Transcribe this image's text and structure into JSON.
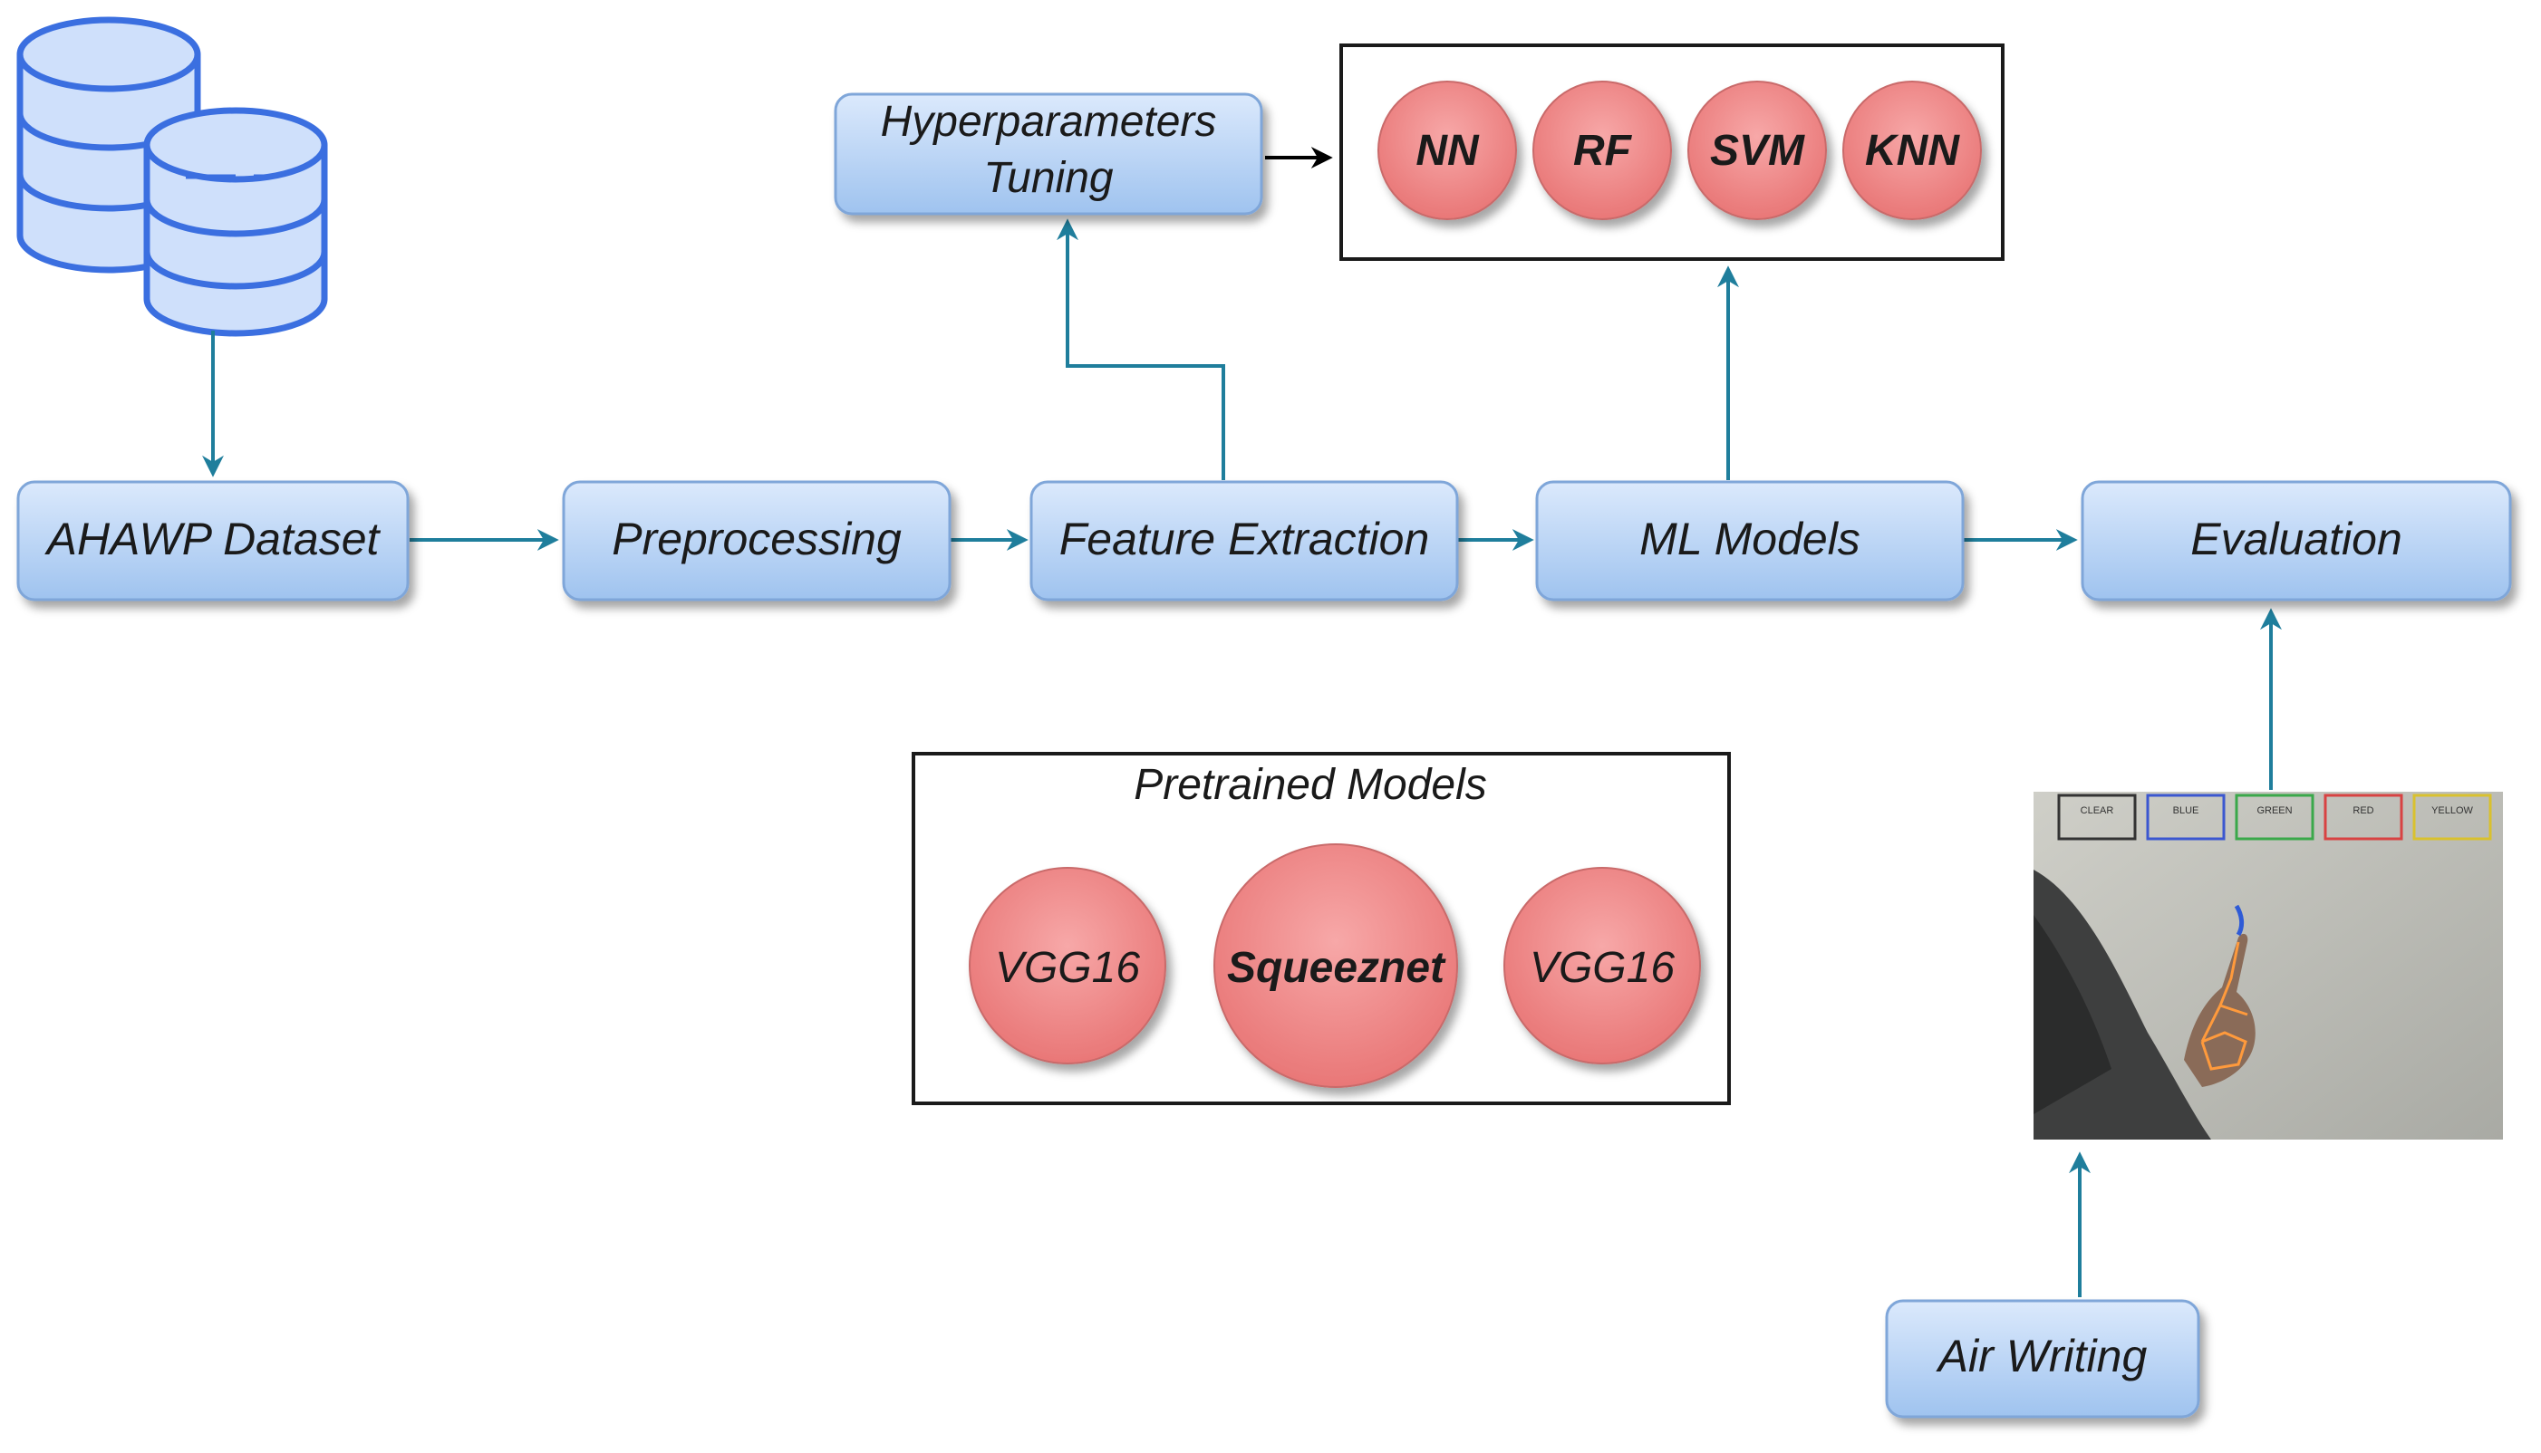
{
  "nodes": {
    "dataset": "AHAWP Dataset",
    "preprocessing": "Preprocessing",
    "feature_extraction": "Feature Extraction",
    "ml_models": "ML Models",
    "evaluation": "Evaluation",
    "hyperparameters_line1": "Hyperparameters",
    "hyperparameters_line2": "Tuning",
    "air_writing": "Air Writing"
  },
  "ml_models_group": {
    "items": [
      "NN",
      "RF",
      "SVM",
      "KNN"
    ]
  },
  "pretrained_group": {
    "title": "Pretrained Models",
    "items": [
      "VGG16",
      "Squeeznet",
      "VGG16"
    ]
  },
  "photo": {
    "color_buttons": [
      "CLEAR",
      "BLUE",
      "GREEN",
      "RED",
      "YELLOW"
    ]
  },
  "colors": {
    "box_fill_top": "#d5e6fb",
    "box_fill_bottom": "#9ec2ef",
    "arrow": "#1f7e9c",
    "circle_fill": "#f08a8a",
    "database": "#3b6fe0"
  }
}
